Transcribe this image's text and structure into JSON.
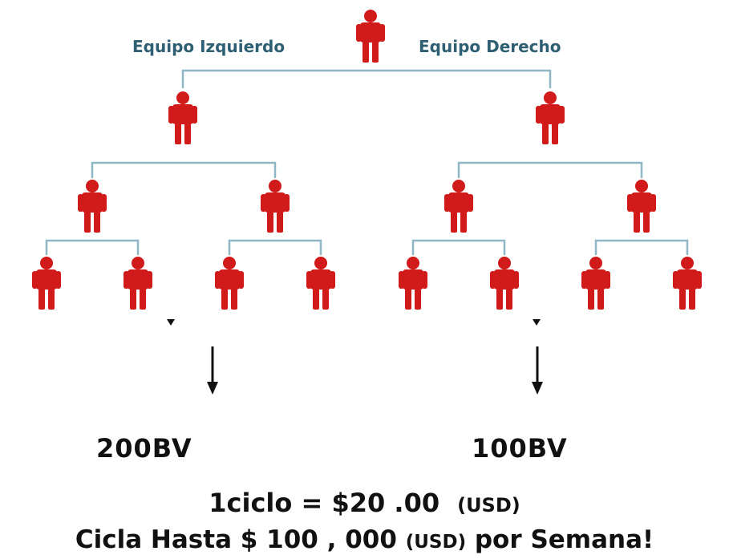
{
  "labels": {
    "left_team": "Equipo Izquierdo",
    "right_team": "Equipo Derecho",
    "left_bv": "200BV",
    "right_bv": "100BV"
  },
  "footer": {
    "cycle_main": "1ciclo = $20 .00",
    "cycle_unit": "(USD)",
    "weekly_pre": "Cicla Hasta $ 100 , 000 ",
    "weekly_unit": "(USD)",
    "weekly_post": " por Semana!"
  },
  "colors": {
    "person": "#d11a1a",
    "connector": "#8fb7c6",
    "team_label": "#2e5f73",
    "text": "#111111"
  },
  "tree": {
    "root": "person-icon",
    "levels": 4,
    "branching": 2
  }
}
